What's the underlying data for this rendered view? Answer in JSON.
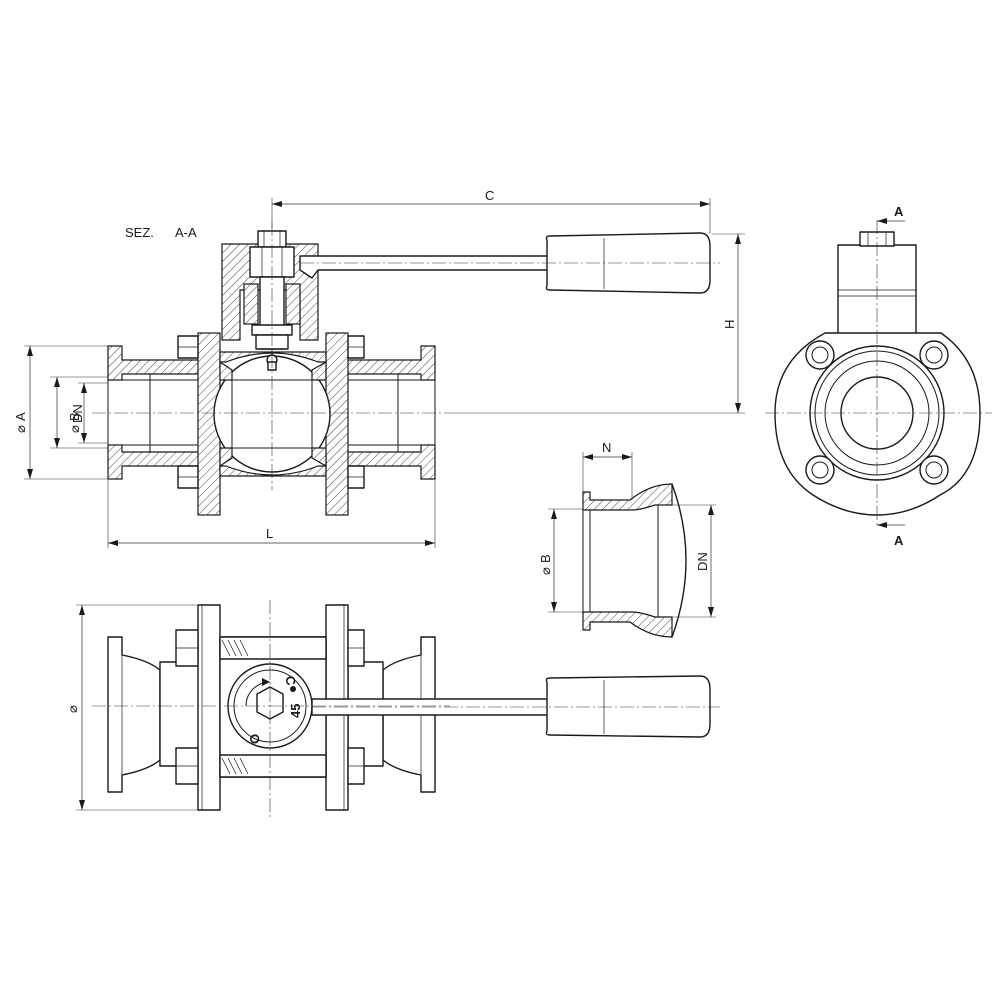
{
  "section_title": "SEZ.",
  "section_id": "A-A",
  "dimensions": {
    "C": "C",
    "H": "H",
    "L": "L",
    "N": "N",
    "diam_A": "A",
    "diam_B_left": "B",
    "DN_left": "DN",
    "diam_B_detail": "B",
    "DN_detail": "DN",
    "diam_bottom": ""
  },
  "section_marks": {
    "top": "A",
    "bottom": "A"
  },
  "diameter_symbol": "⌀",
  "indicator": {
    "close": "C",
    "open": "O",
    "logo": "45"
  }
}
